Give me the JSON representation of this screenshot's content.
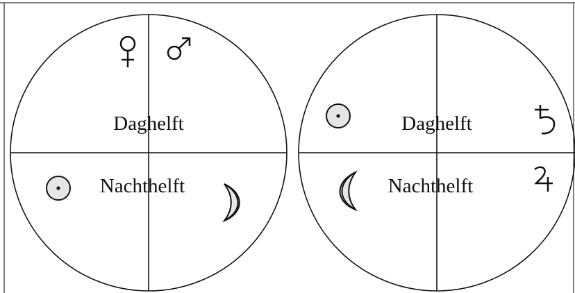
{
  "diagrams": [
    {
      "id": "left",
      "labels": {
        "top": "Daghelft",
        "bottom": "Nachthelft"
      },
      "symbols": [
        "venus-icon",
        "mars-icon",
        "sun-icon",
        "moon-icon"
      ]
    },
    {
      "id": "right",
      "labels": {
        "top": "Daghelft",
        "bottom": "Nachthelft"
      },
      "symbols": [
        "sun-icon",
        "saturn-icon",
        "moon-icon",
        "jupiter-icon"
      ]
    }
  ],
  "colors": {
    "stroke": "#111111",
    "symbol_fill": "#e6e6e6",
    "frame": "#555555"
  }
}
